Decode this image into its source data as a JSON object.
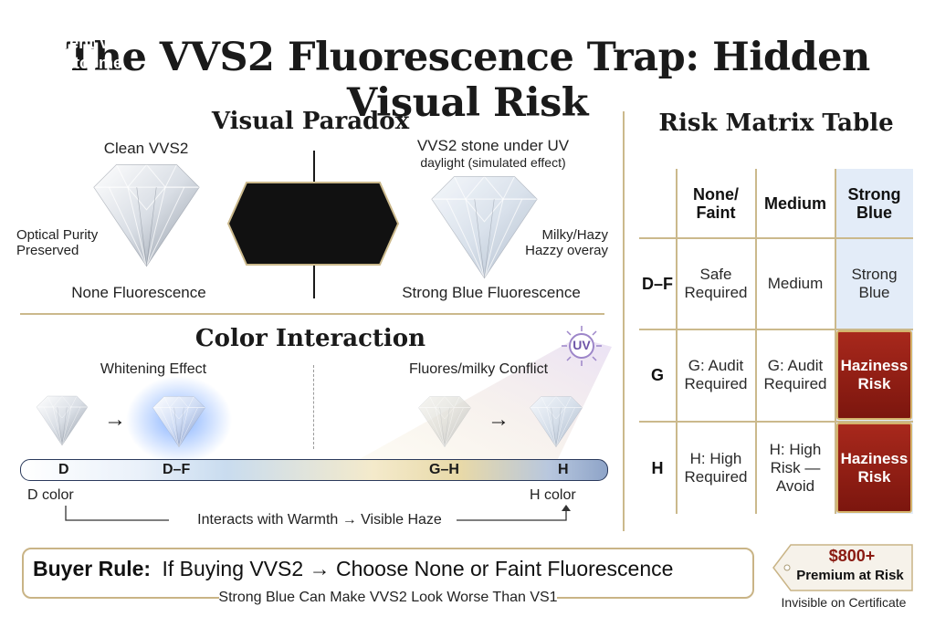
{
  "title": "The VVS2 Fluorescence Trap: Hidden Visual Risk",
  "paradox": {
    "heading": "Visual Paradox",
    "left_caption": "Clean VVS2",
    "left_note": [
      "Optical Purity",
      "Preserved"
    ],
    "left_footer": "None Fluorescence",
    "right_caption": "VVS2 stone under UV",
    "right_subcaption": "daylight (simulated effect)",
    "right_note": [
      "Milky/Hazy",
      "Hazzy overay"
    ],
    "right_footer": "Strong Blue Fluorescence",
    "badge": [
      "Same Clarity •",
      "Different Visual",
      "Outcome"
    ]
  },
  "color": {
    "heading": "Color Interaction",
    "left_caption": "Whitening Effect",
    "right_caption": "Fluores/milky Conflict",
    "uv_label": "UV",
    "arrow": "→",
    "scale": [
      "D",
      "D–F",
      "G–H",
      "H"
    ],
    "left_axis": "D color",
    "right_axis": "H color",
    "flow": "Interacts with Warmth → Visible Haze"
  },
  "matrix": {
    "heading": "Risk Matrix Table",
    "columns": [
      [
        "None/",
        "Faint"
      ],
      [
        "Medium"
      ],
      [
        "Strong",
        "Blue"
      ]
    ],
    "rows": [
      {
        "label": "D–F",
        "cells": [
          [
            "Safe",
            "Required"
          ],
          [
            "Medium"
          ],
          [
            "Strong",
            "Blue"
          ]
        ]
      },
      {
        "label": "G",
        "cells": [
          [
            "G: Audit",
            "Required"
          ],
          [
            "G: Audit",
            "Required"
          ],
          [
            "Haziness",
            "Risk"
          ]
        ]
      },
      {
        "label": "H",
        "cells": [
          [
            "H: High",
            "Required"
          ],
          [
            "H: High",
            "Risk —",
            "Avoid"
          ],
          [
            "Haziness",
            "Risk"
          ]
        ]
      }
    ],
    "risk_color": "#9a2116",
    "highlight_color": "#e3ecf8"
  },
  "rule": {
    "label": "Buyer Rule:",
    "text": "If Buying VVS2 → Choose None or Faint Fluorescence",
    "sub": "Strong Blue Can Make VVS2 Look Worse Than VS1"
  },
  "tag": {
    "price": "$800+",
    "label": "Premium at Risk",
    "note": "Invisible on Certificate"
  },
  "colors": {
    "gold": "#cbb98c",
    "navy": "#2b3a5c",
    "badge_bg": "#111111"
  }
}
